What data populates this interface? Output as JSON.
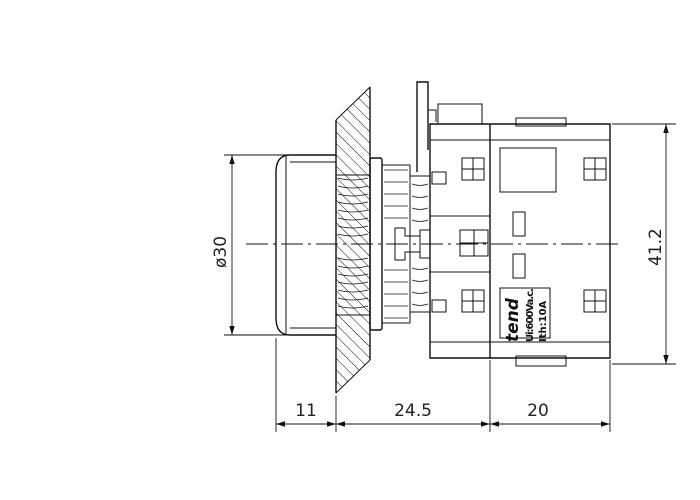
{
  "dimensions": {
    "diameter": "ø30",
    "height": "41.2",
    "seg_a": "11",
    "seg_b": "24.5",
    "seg_c": "20"
  },
  "label": {
    "brand": "tend",
    "voltage": "Ui:600Va.c.",
    "current": "Ith:10A"
  }
}
